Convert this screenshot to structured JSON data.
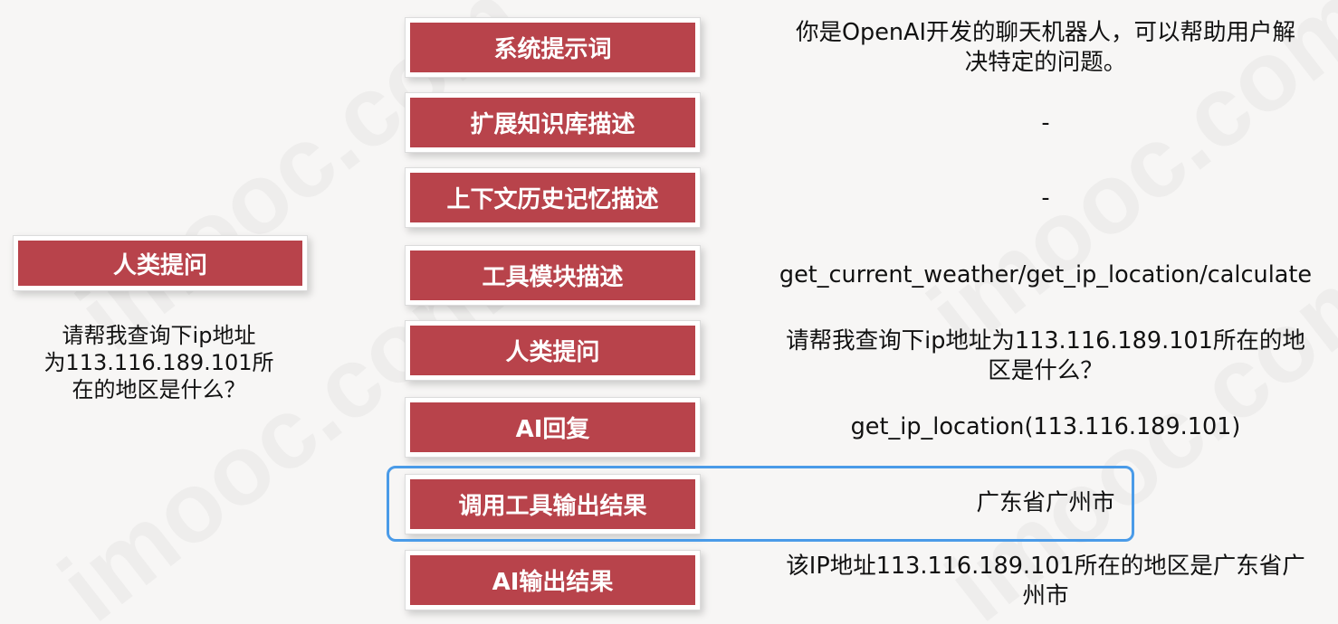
{
  "left": {
    "label": "人类提问",
    "question_lines": [
      "请帮我查询下ip地址",
      "为113.116.189.101所",
      "在的地区是什么？"
    ]
  },
  "rows": [
    {
      "label": "系统提示词",
      "lines": [
        "你是OpenAI开发的聊天机器人，可以帮助用户解",
        "决特定的问题。"
      ]
    },
    {
      "label": "扩展知识库描述",
      "lines": [
        "-"
      ]
    },
    {
      "label": "上下文历史记忆描述",
      "lines": [
        "-"
      ]
    },
    {
      "label": "工具模块描述",
      "lines": [
        "get_current_weather/get_ip_location/calculate"
      ]
    },
    {
      "label": "人类提问",
      "lines": [
        "请帮我查询下ip地址为113.116.189.101所在的地",
        "区是什么？"
      ]
    },
    {
      "label": "AI回复",
      "lines": [
        "get_ip_location(113.116.189.101)"
      ]
    },
    {
      "label": "调用工具输出结果",
      "lines": [
        "广东省广州市"
      ]
    },
    {
      "label": "AI输出结果",
      "lines": [
        "该IP地址113.116.189.101所在的地区是广东省广",
        "州市"
      ]
    }
  ],
  "colors": {
    "label_bg": "#b8434b",
    "highlight": "#4a9be8"
  }
}
